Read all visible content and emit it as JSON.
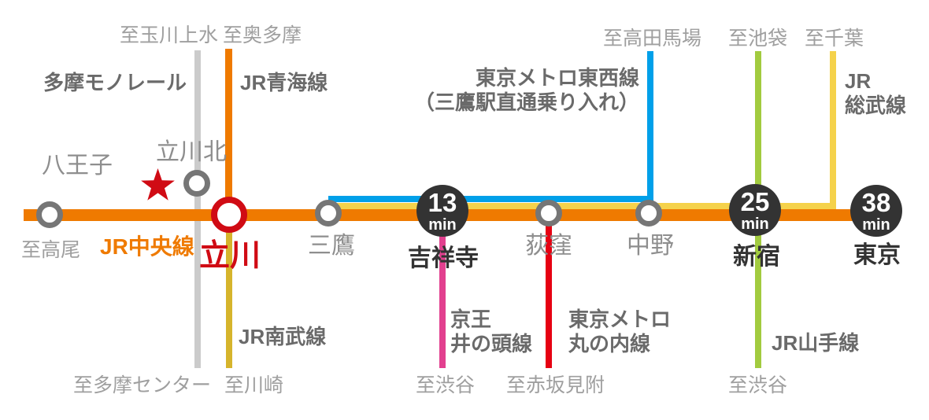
{
  "colors": {
    "chuo_orange": "#ef7a00",
    "tozai_blue": "#00a0e9",
    "sobu_yellow": "#f5d24b",
    "nambu_gold": "#d6b42c",
    "inokashira_pink": "#e2408f",
    "marunouchi_red": "#e60012",
    "yamanote_green": "#a2cb3f",
    "monorail_gray": "#cbcbcb",
    "station_ring_gray": "#767676",
    "tachikawa_red": "#d00b14",
    "badge_dark": "#333333"
  },
  "main_line": {
    "label": "JR中央線"
  },
  "stations": {
    "hachioji": "八王子",
    "tachikawa_kita": "立川北",
    "tachikawa": "立川",
    "mitaka": "三鷹",
    "kichijoji": "吉祥寺",
    "ogikubo": "荻窪",
    "nakano": "中野",
    "shinjuku": "新宿",
    "tokyo": "東京"
  },
  "badges": {
    "kichijoji": {
      "value": "13",
      "unit": "min"
    },
    "shinjuku": {
      "value": "25",
      "unit": "min"
    },
    "tokyo": {
      "value": "38",
      "unit": "min"
    }
  },
  "lines": {
    "tama_monorail": "多摩モノレール",
    "ome": "JR青海線",
    "nambu": "JR南武線",
    "tozai_line1": "東京メトロ東西線",
    "tozai_line2": "（三鷹駅直通乗り入れ）",
    "sobu_line1": "JR",
    "sobu_line2": "総武線",
    "inokashira_line1": "京王",
    "inokashira_line2": "井の頭線",
    "marunouchi_line1": "東京メトロ",
    "marunouchi_line2": "丸の内線",
    "yamanote": "JR山手線"
  },
  "directions": {
    "takao": "至高尾",
    "tamagawa_josui": "至玉川上水",
    "okutama": "至奥多摩",
    "tama_center": "至多摩センター",
    "kawasaki": "至川崎",
    "shibuya_inokashira": "至渋谷",
    "akasaka_mitsuke": "至赤坂見附",
    "takadanobaba": "至高田馬場",
    "ikebukuro": "至池袋",
    "chiba": "至千葉",
    "shibuya_yamanote": "至渋谷"
  }
}
